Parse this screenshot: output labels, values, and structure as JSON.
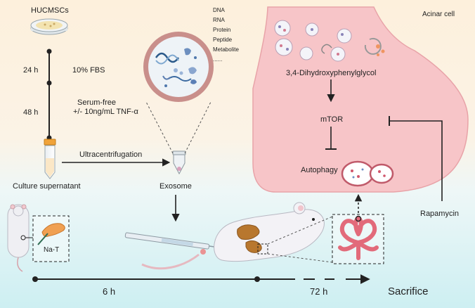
{
  "left_panel": {
    "cell_source": "HUCMSCs",
    "step1_time": "24 h",
    "step1_condition": "10% FBS",
    "step2_time": "48 h",
    "step2_condition_line1": "Serum-free",
    "step2_condition_line2": "+/- 10ng/mL TNF-α",
    "collection": "Culture supernatant",
    "process": "Ultracentrifugation"
  },
  "exosome": {
    "label": "Exosome",
    "cargo": [
      "DNA",
      "RNA",
      "Protein",
      "Peptide",
      "Metabolite",
      "......"
    ]
  },
  "acinar": {
    "cell_label": "Acinar cell",
    "compound": "3,4-Dihydroxyphenylglycol",
    "target": "mTOR",
    "process": "Autophagy"
  },
  "rapamycin": "Rapamycin",
  "model": {
    "inducer": "Na-T"
  },
  "timeline": {
    "t1": "6 h",
    "t2": "72 h",
    "end": "Sacrifice"
  },
  "colors": {
    "cell_fill": "#f7c5c8",
    "cell_stroke": "#e58c92",
    "pancreas": "#e26a7a",
    "arrow": "#222222"
  }
}
